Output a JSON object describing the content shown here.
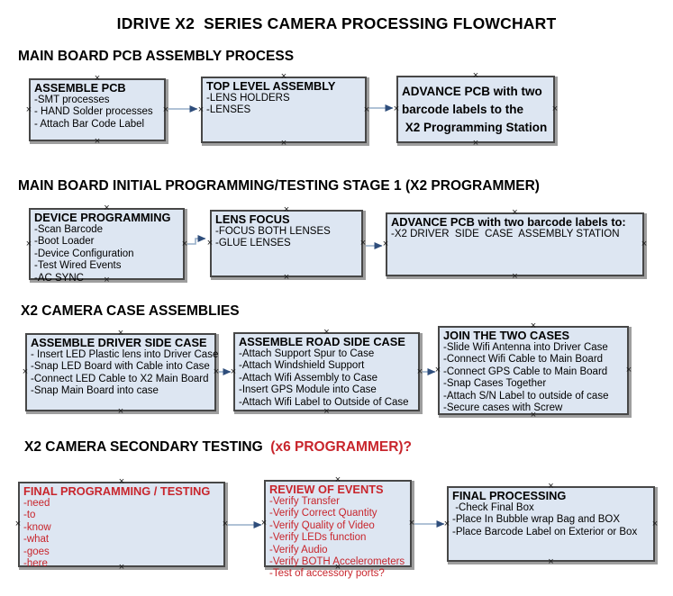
{
  "page": {
    "title": "IDRIVE X2  SERIES CAMERA PROCESSING FLOWCHART"
  },
  "colors": {
    "box_fill": "#dde6f2",
    "box_border": "#474747",
    "box_shadow": "#9e9e9e",
    "arrow_line": "#96adc8",
    "arrow_head": "#2e4d7b",
    "red_text": "#c8252c",
    "black_text": "#000000"
  },
  "icons": {
    "connector_handle": "×"
  },
  "sections": [
    {
      "heading": "MAIN BOARD PCB ASSEMBLY PROCESS",
      "boxes": [
        {
          "title": "ASSEMBLE PCB",
          "items": [
            "-SMT processes",
            "- HAND Solder processes",
            "- Attach Bar Code Label"
          ]
        },
        {
          "title": "TOP LEVEL ASSEMBLY",
          "items": [
            "-LENS HOLDERS",
            "-LENSES"
          ]
        },
        {
          "title_lines": [
            "ADVANCE PCB with two",
            "barcode labels to the",
            " X2 Programming Station"
          ],
          "items": []
        }
      ]
    },
    {
      "heading": "MAIN BOARD INITIAL PROGRAMMING/TESTING STAGE 1 (X2 PROGRAMMER)",
      "boxes": [
        {
          "title": "DEVICE PROGRAMMING",
          "items": [
            "-Scan Barcode",
            "-Boot Loader",
            "-Device Configuration",
            "-Test Wired Events",
            "-AC SYNC"
          ]
        },
        {
          "title": "LENS FOCUS",
          "items": [
            "-FOCUS BOTH LENSES",
            "-GLUE LENSES"
          ]
        },
        {
          "title": "ADVANCE PCB with two barcode labels to:",
          "items": [
            "-X2 DRIVER  SIDE  CASE  ASSEMBLY STATION"
          ]
        }
      ]
    },
    {
      "heading": "X2 CAMERA CASE ASSEMBLIES",
      "boxes": [
        {
          "title": "ASSEMBLE DRIVER SIDE CASE",
          "items": [
            "- Insert LED Plastic lens into Driver Case",
            "-Snap LED Board with Cable into Case",
            "-Connect LED Cable to X2 Main Board",
            "-Snap Main Board into case"
          ]
        },
        {
          "title": "ASSEMBLE ROAD SIDE CASE",
          "items": [
            "-Attach Support Spur to Case",
            "-Attach Windshield Support",
            "-Attach Wifi Assembly to Case",
            "-Insert GPS Module into Case",
            "-Attach Wifi Label to Outside of Case"
          ]
        },
        {
          "title": "JOIN THE TWO CASES",
          "items": [
            "-Slide Wifi Antenna into Driver Case",
            "-Connect Wifi Cable to Main Board",
            "-Connect GPS Cable to Main Board",
            "-Snap Cases Together",
            "-Attach S/N Label to outside of case",
            "-Secure cases with Screw"
          ]
        }
      ]
    },
    {
      "heading_black": "X2 CAMERA SECONDARY TESTING  ",
      "heading_red": "(x6 PROGRAMMER)?",
      "boxes": [
        {
          "title": "FINAL PROGRAMMING / TESTING",
          "items": [
            "-need",
            "-to",
            "-know",
            "-what",
            "-goes",
            "-here"
          ]
        },
        {
          "title": "REVIEW OF EVENTS",
          "items": [
            "-Verify Transfer",
            "-Verify Correct Quantity",
            "-Verify Quality of Video",
            "-Verify LEDs function",
            "-Verify Audio",
            "-Verify BOTH Accelerometers",
            "-Test of accessory ports?"
          ]
        },
        {
          "title": "FINAL PROCESSING",
          "items": [
            " -Check Final Box",
            "-Place In Bubble wrap Bag and BOX",
            "-Place Barcode Label on Exterior or Box"
          ]
        }
      ]
    }
  ]
}
